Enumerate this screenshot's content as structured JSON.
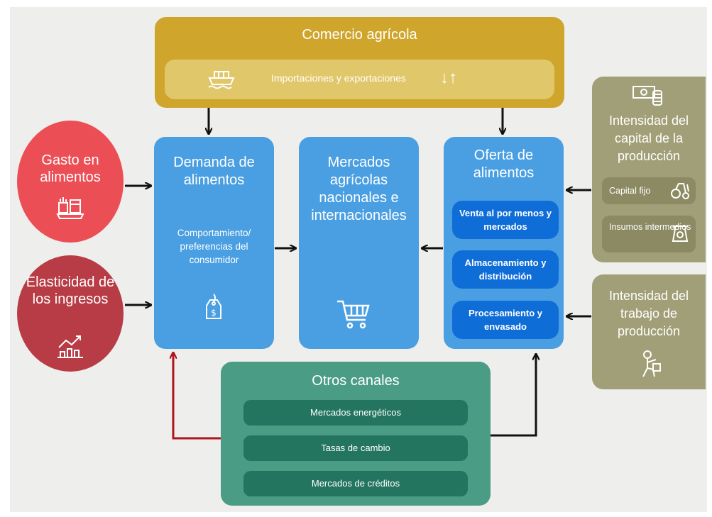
{
  "trade": {
    "title": "Comercio agrícola",
    "inner_label": "Importaciones y exportaciones"
  },
  "left": {
    "gasto": "Gasto en alimentos",
    "elasticidad": "Elasticidad de los ingresos"
  },
  "demand": {
    "title": "Demanda de alimentos",
    "subtitle": "Comportamiento/ preferencias del consumidor"
  },
  "markets": {
    "title": "Mercados agrícolas nacionales e internacionales"
  },
  "supply": {
    "title": "Oferta de alimentos",
    "items": [
      "Venta al por menos y mercados",
      "Almacenamiento y distribución",
      "Procesamiento y envasado"
    ]
  },
  "capital": {
    "title": "Intensidad del capital de la producción",
    "fijo": "Capital fijo",
    "insumos": "Insumos intermedios"
  },
  "labor": {
    "title": "Intensidad del trabajo de producción"
  },
  "other": {
    "title": "Otros canales",
    "items": [
      "Mercados energéticos",
      "Tasas de cambio",
      "Mercados de créditos"
    ]
  },
  "colors": {
    "gold": "#cfa52c",
    "red": "#ec4e55",
    "dark_red": "#b83c45",
    "blue": "#4a9fe2",
    "dark_blue": "#0f6dd8",
    "olive": "#a09f77",
    "green": "#4a9c84",
    "dark_green": "#23755f",
    "feedback_line": "#b0141c"
  },
  "icons": {
    "trade_ship": "cargo-ship-icon",
    "trade_arrows": "up-down-arrows-icon",
    "gasto": "groceries-icon",
    "elasticidad": "growth-chart-icon",
    "demand": "price-tag-icon",
    "markets": "shopping-cart-icon",
    "capital": "money-coins-icon",
    "fijo": "tractor-icon",
    "insumos": "fertilizer-bag-icon",
    "labor": "worker-icon"
  }
}
